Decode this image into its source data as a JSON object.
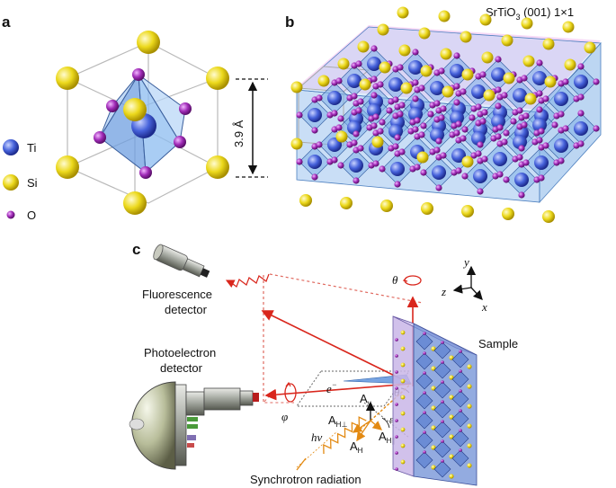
{
  "panels": {
    "a": {
      "letter": "a",
      "dimension": "3.9 Å",
      "legend": [
        {
          "symbol": "Ti",
          "color": "#3f5fd6"
        },
        {
          "symbol": "Si",
          "color": "#e8d81c"
        },
        {
          "symbol": "O",
          "color": "#a12cb8"
        }
      ]
    },
    "b": {
      "letter": "b",
      "title_main": "SrTiO",
      "title_sub": "3",
      "title_rest": " (001) 1×1"
    },
    "c": {
      "letter": "c",
      "fluorescence_line1": "Fluorescence",
      "fluorescence_line2": "detector",
      "photo_line1": "Photoelectron",
      "photo_line2": "detector",
      "sample": "Sample",
      "synchrotron": "Synchrotron radiation",
      "theta": "θ",
      "phi": "φ",
      "electron": "e",
      "electron_sup": "−",
      "theta_i": "θ",
      "theta_i_sub": "i",
      "epsilon": "ε",
      "hv": "hν",
      "A_v": "A",
      "A_v_sub": "v",
      "A_H": "A",
      "A_H_sub": "H",
      "A_Hperp": "A",
      "A_Hperp_sub": "H⊥",
      "A_Hpar": "A",
      "A_Hpar_sub": "H∥",
      "axes": {
        "y": "y",
        "z": "z",
        "x": "x"
      }
    }
  },
  "colors": {
    "ti": "#3f5fd6",
    "si": "#e8d81c",
    "o": "#a12cb8",
    "octahedron": "#7fb0e8",
    "pink_plane": "#f0c8f0",
    "beam_red": "#d9261c",
    "beam_orange": "#e38a13"
  }
}
